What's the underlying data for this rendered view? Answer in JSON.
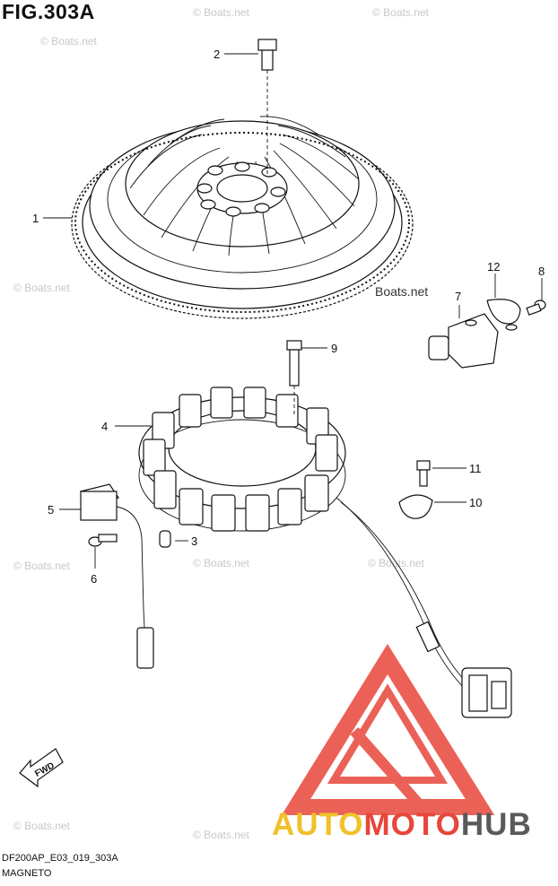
{
  "figure": {
    "title": "FIG.303A"
  },
  "callouts": [
    {
      "id": "c1",
      "label": "1"
    },
    {
      "id": "c2",
      "label": "2"
    },
    {
      "id": "c3",
      "label": "3"
    },
    {
      "id": "c4",
      "label": "4"
    },
    {
      "id": "c5",
      "label": "5"
    },
    {
      "id": "c6",
      "label": "6"
    },
    {
      "id": "c7",
      "label": "7"
    },
    {
      "id": "c8",
      "label": "8"
    },
    {
      "id": "c9",
      "label": "9"
    },
    {
      "id": "c10",
      "label": "10"
    },
    {
      "id": "c11",
      "label": "11"
    },
    {
      "id": "c12",
      "label": "12"
    }
  ],
  "fwd_label": "FWD",
  "watermark": {
    "text": "© Boats.net",
    "dark_text": "Boats.net"
  },
  "footer": {
    "code": "DF200AP_E03_019_303A",
    "name": "MAGNETO"
  },
  "brand": {
    "part1": "AUTO",
    "part2": "MOTO",
    "part3": "HUB",
    "colors": {
      "auto": "#f0c12a",
      "moto": "#e8463a",
      "hub": "#5a5a5a",
      "triangle": "#e8463a"
    }
  }
}
